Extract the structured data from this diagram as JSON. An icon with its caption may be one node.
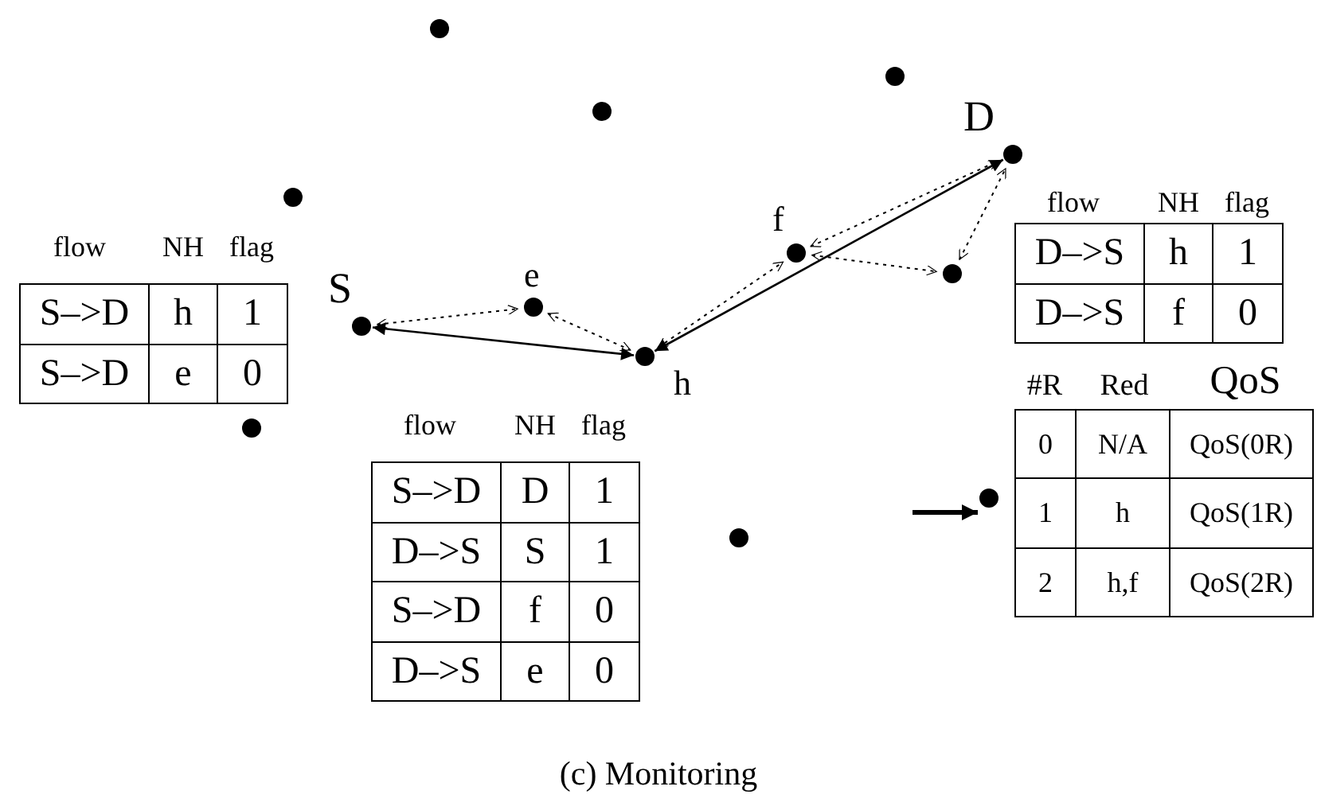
{
  "diagram": {
    "caption": "(c) Monitoring",
    "nodes": [
      {
        "text": [],
        "shape": "circle"
      },
      {
        "text": [],
        "shape": "circle"
      },
      {
        "text": [],
        "shape": "circle"
      },
      {
        "text": [],
        "shape": "circle",
        "beside": [
          "D"
        ]
      },
      {
        "text": [],
        "shape": "circle"
      },
      {
        "text": [],
        "shape": "circle",
        "beside": [
          "f"
        ]
      },
      {
        "text": [],
        "shape": "circle"
      },
      {
        "text": [],
        "shape": "circle",
        "beside": [
          "e"
        ]
      },
      {
        "text": [],
        "shape": "circle",
        "beside": [
          "S"
        ]
      },
      {
        "text": [],
        "shape": "circle",
        "beside": [
          "h"
        ]
      },
      {
        "text": [],
        "shape": "circle"
      },
      {
        "text": [],
        "shape": "circle"
      },
      {
        "text": [],
        "shape": "circle"
      }
    ],
    "edges": [
      {
        "from": 8,
        "to": 9,
        "arrow": "both"
      },
      {
        "from": 8,
        "to": 7,
        "arrow": "both",
        "style": "dashed"
      },
      {
        "from": 7,
        "to": 9,
        "arrow": "both",
        "style": "dashed"
      },
      {
        "from": 9,
        "to": 3,
        "arrow": "both"
      },
      {
        "from": 9,
        "to": 5,
        "arrow": "both",
        "style": "dashed"
      },
      {
        "from": 5,
        "to": 3,
        "arrow": "both",
        "style": "dashed"
      },
      {
        "from": 5,
        "to": 6,
        "arrow": "both",
        "style": "dashed"
      },
      {
        "from": 6,
        "to": 3,
        "arrow": "both",
        "style": "dashed"
      },
      {
        "from": null,
        "to": 11,
        "arrow": "to",
        "style": "thick"
      }
    ],
    "labels": [
      "flow",
      "NH",
      "flag",
      "S–>D",
      "h",
      "1",
      "S–>D",
      "e",
      "0",
      "flow",
      "NH",
      "flag",
      "S–>D",
      "D",
      "1",
      "D–>S",
      "S",
      "1",
      "S–>D",
      "f",
      "0",
      "D–>S",
      "e",
      "0",
      "flow",
      "NH",
      "flag",
      "D–>S",
      "h",
      "1",
      "D–>S",
      "f",
      "0",
      "#R",
      "Red",
      "QoS",
      "0",
      "N/A",
      "QoS(0R)",
      "1",
      "h",
      "QoS(1R)",
      "2",
      "h,f",
      "QoS(2R)"
    ]
  }
}
